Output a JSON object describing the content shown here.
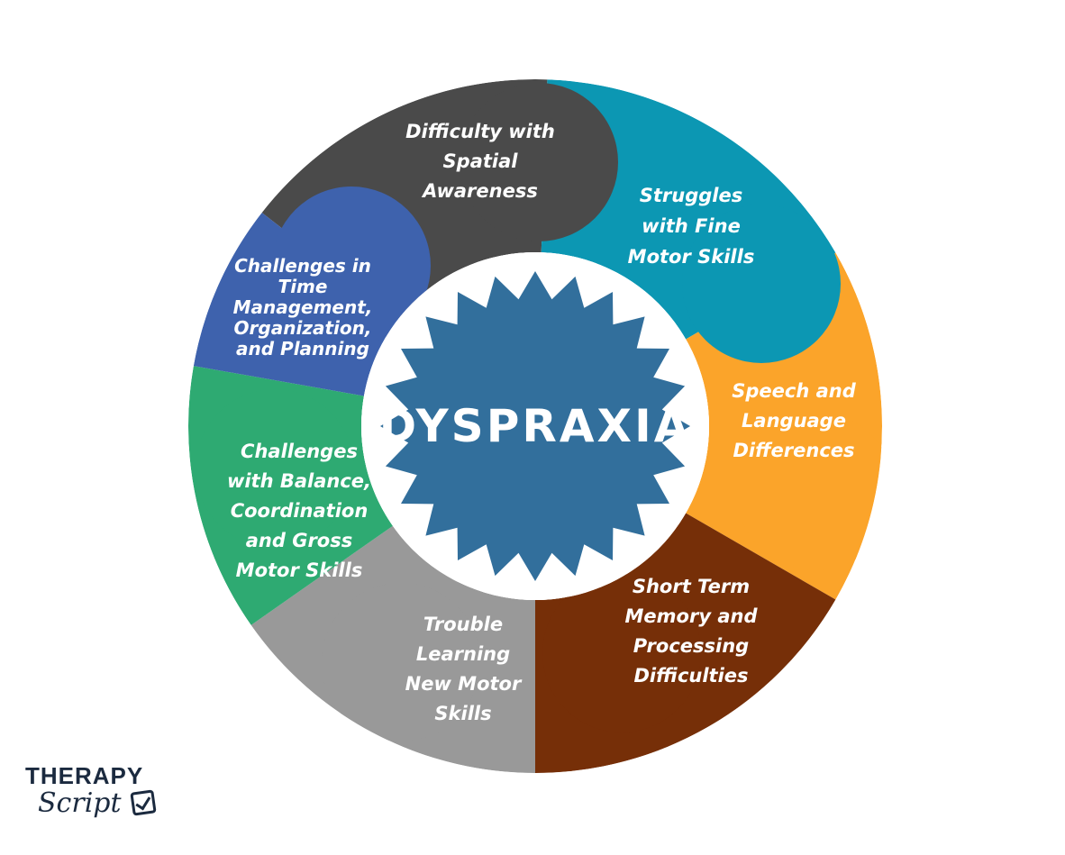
{
  "diagram": {
    "center": {
      "label": "DYSPRAXIA",
      "color": "#326f9c"
    },
    "segments": [
      {
        "id": "spatial",
        "lines": [
          "Difficulty with",
          "Spatial",
          "Awareness"
        ],
        "color": "#4a4a4a"
      },
      {
        "id": "fine-motor",
        "lines": [
          "Struggles",
          "with Fine",
          "Motor Skills"
        ],
        "color": "#0c97b3"
      },
      {
        "id": "speech",
        "lines": [
          "Speech and",
          "Language",
          "Differences"
        ],
        "color": "#fba42a"
      },
      {
        "id": "memory",
        "lines": [
          "Short Term",
          "Memory and",
          "Processing",
          "Difficulties"
        ],
        "color": "#762f08"
      },
      {
        "id": "learning",
        "lines": [
          "Trouble",
          "Learning",
          "New  Motor",
          "Skills"
        ],
        "color": "#999999"
      },
      {
        "id": "balance",
        "lines": [
          "Challenges",
          "with Balance,",
          "Coordination",
          "and Gross",
          "Motor Skills"
        ],
        "color": "#2eaa72"
      },
      {
        "id": "time",
        "lines": [
          "Challenges in",
          "Time",
          "Management,",
          "Organization,",
          "and Planning"
        ],
        "color": "#3e62ad"
      }
    ]
  },
  "logo": {
    "line1": "THERAPY",
    "line2": "Script",
    "color": "#1b2a3f"
  }
}
